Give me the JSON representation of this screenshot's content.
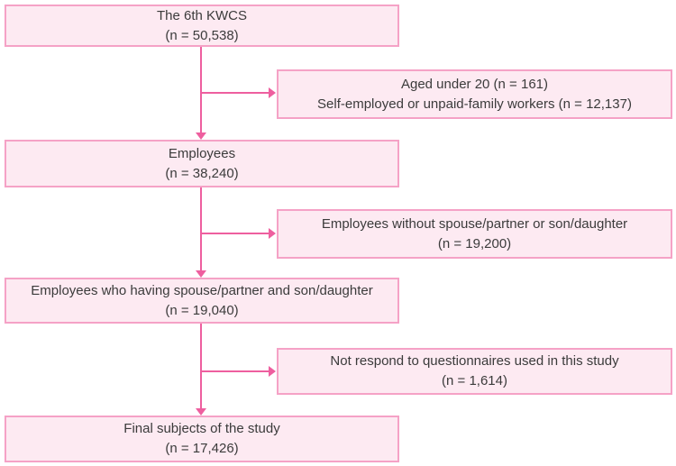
{
  "colors": {
    "box_fill": "#fdeaf2",
    "box_border": "#f5a2c6",
    "connector": "#ee5f9f",
    "text": "#3b3b3b",
    "background": "#ffffff"
  },
  "boxes": {
    "kwcs": {
      "line1": "The 6th KWCS",
      "line2": "(n = 50,538)"
    },
    "excluded_1": {
      "line1": "Aged under 20 (n = 161)",
      "line2": "Self-employed or unpaid-family workers (n = 12,137)"
    },
    "employees": {
      "line1": "Employees",
      "line2": "(n = 38,240)"
    },
    "excluded_2": {
      "line1": "Employees without spouse/partner or son/daughter",
      "line2": "(n = 19,200)"
    },
    "with_family": {
      "line1": "Employees who having spouse/partner and son/daughter",
      "line2": "(n = 19,040)"
    },
    "excluded_3": {
      "line1": "Not respond to questionnaires used in this study",
      "line2": "(n = 1,614)"
    },
    "final": {
      "line1": "Final subjects of the study",
      "line2": "(n = 17,426)"
    }
  }
}
